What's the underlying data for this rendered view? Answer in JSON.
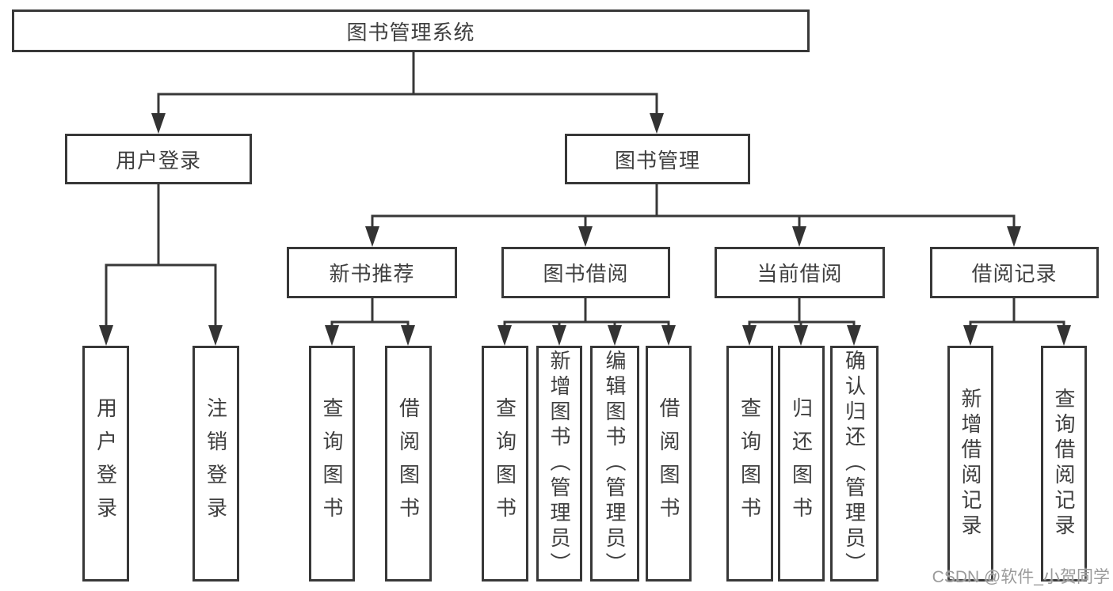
{
  "diagram": {
    "nodes": {
      "root": "图书管理系统",
      "login": "用户登录",
      "mgmt": "图书管理",
      "rec": "新书推荐",
      "borrow": "图书借阅",
      "current": "当前借阅",
      "records": "借阅记录"
    },
    "leaves": {
      "userLogin": "用户登录",
      "logout": "注销登录",
      "query1": "查询图书",
      "borrow1": "借阅图书",
      "query2": "查询图书",
      "addBook": "新增图书（管理员）",
      "editBook": "编辑图书（管理员）",
      "borrow2": "借阅图书",
      "query3": "查询图书",
      "returnBook": "归还图书",
      "confirmReturn": "确认归还（管理员）",
      "addRecord": "新增借阅记录",
      "queryRecord": "查询借阅记录"
    },
    "colors": {
      "line": "#383838",
      "text": "#3f3f3f",
      "watermark": "#9b9b9b"
    },
    "watermark": "CSDN @软件_小贺同学"
  }
}
